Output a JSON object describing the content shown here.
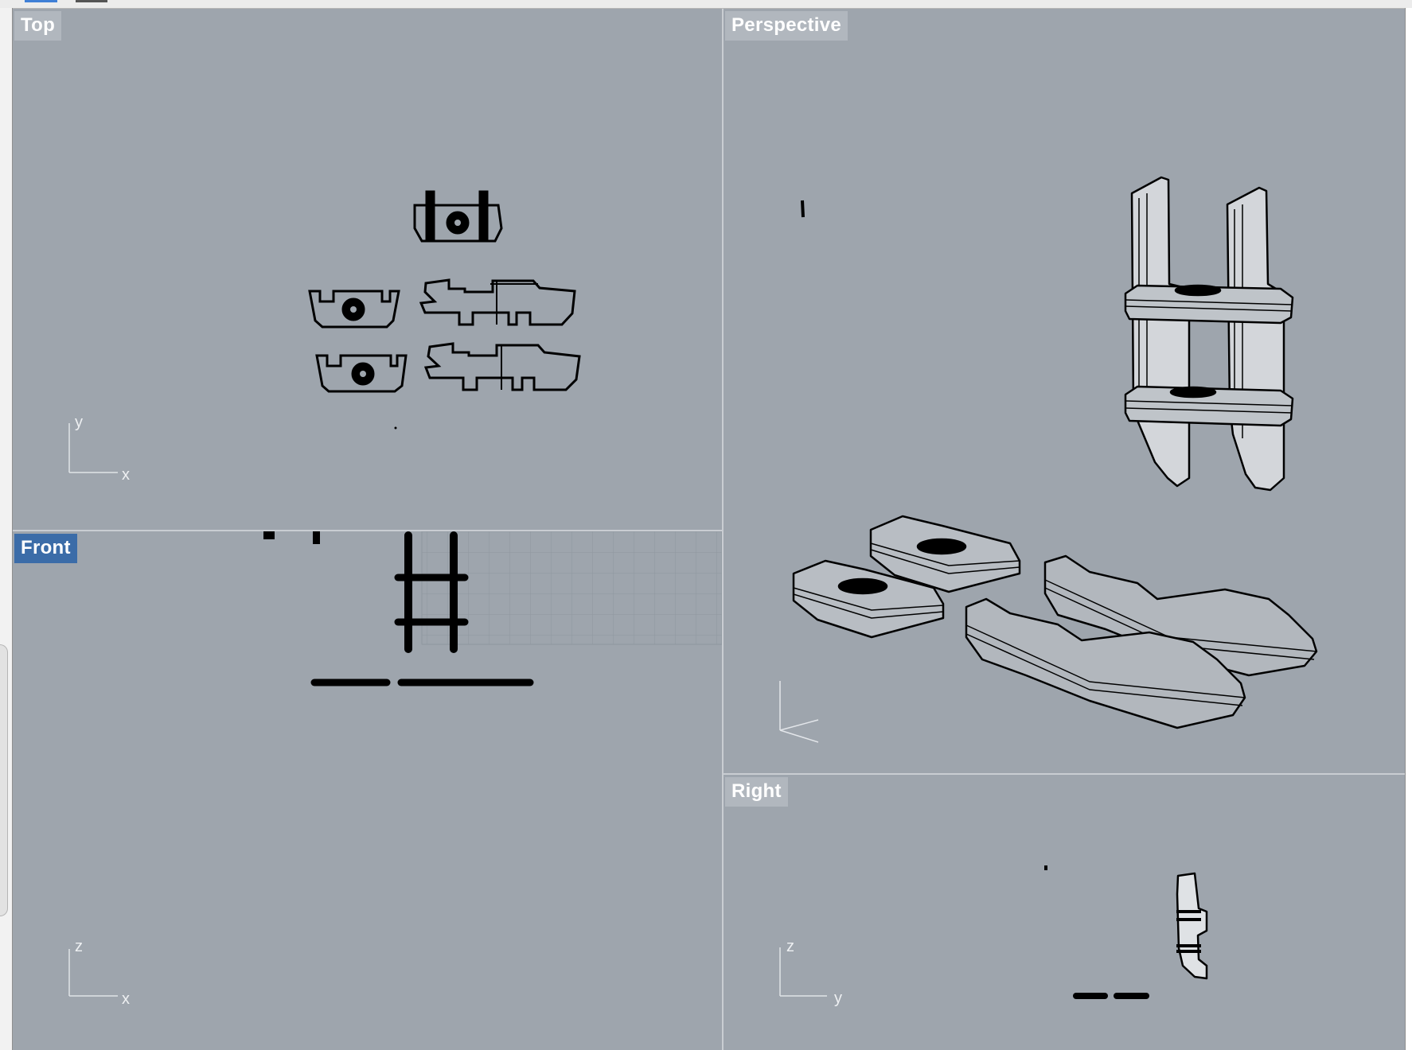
{
  "viewports": {
    "top": {
      "label": "Top",
      "axis_h": "x",
      "axis_v": "y",
      "active": false
    },
    "perspective": {
      "label": "Perspective",
      "active": false
    },
    "front": {
      "label": "Front",
      "axis_h": "x",
      "axis_v": "z",
      "active": true
    },
    "right": {
      "label": "Right",
      "axis_h": "y",
      "axis_v": "z",
      "active": false
    }
  },
  "colors": {
    "viewport_bg": "#9ea5ad",
    "active_label": "#3b6ca8",
    "inactive_label": "#b1b7be",
    "wire": "#000000",
    "part_fill": "#c4c8cd"
  }
}
